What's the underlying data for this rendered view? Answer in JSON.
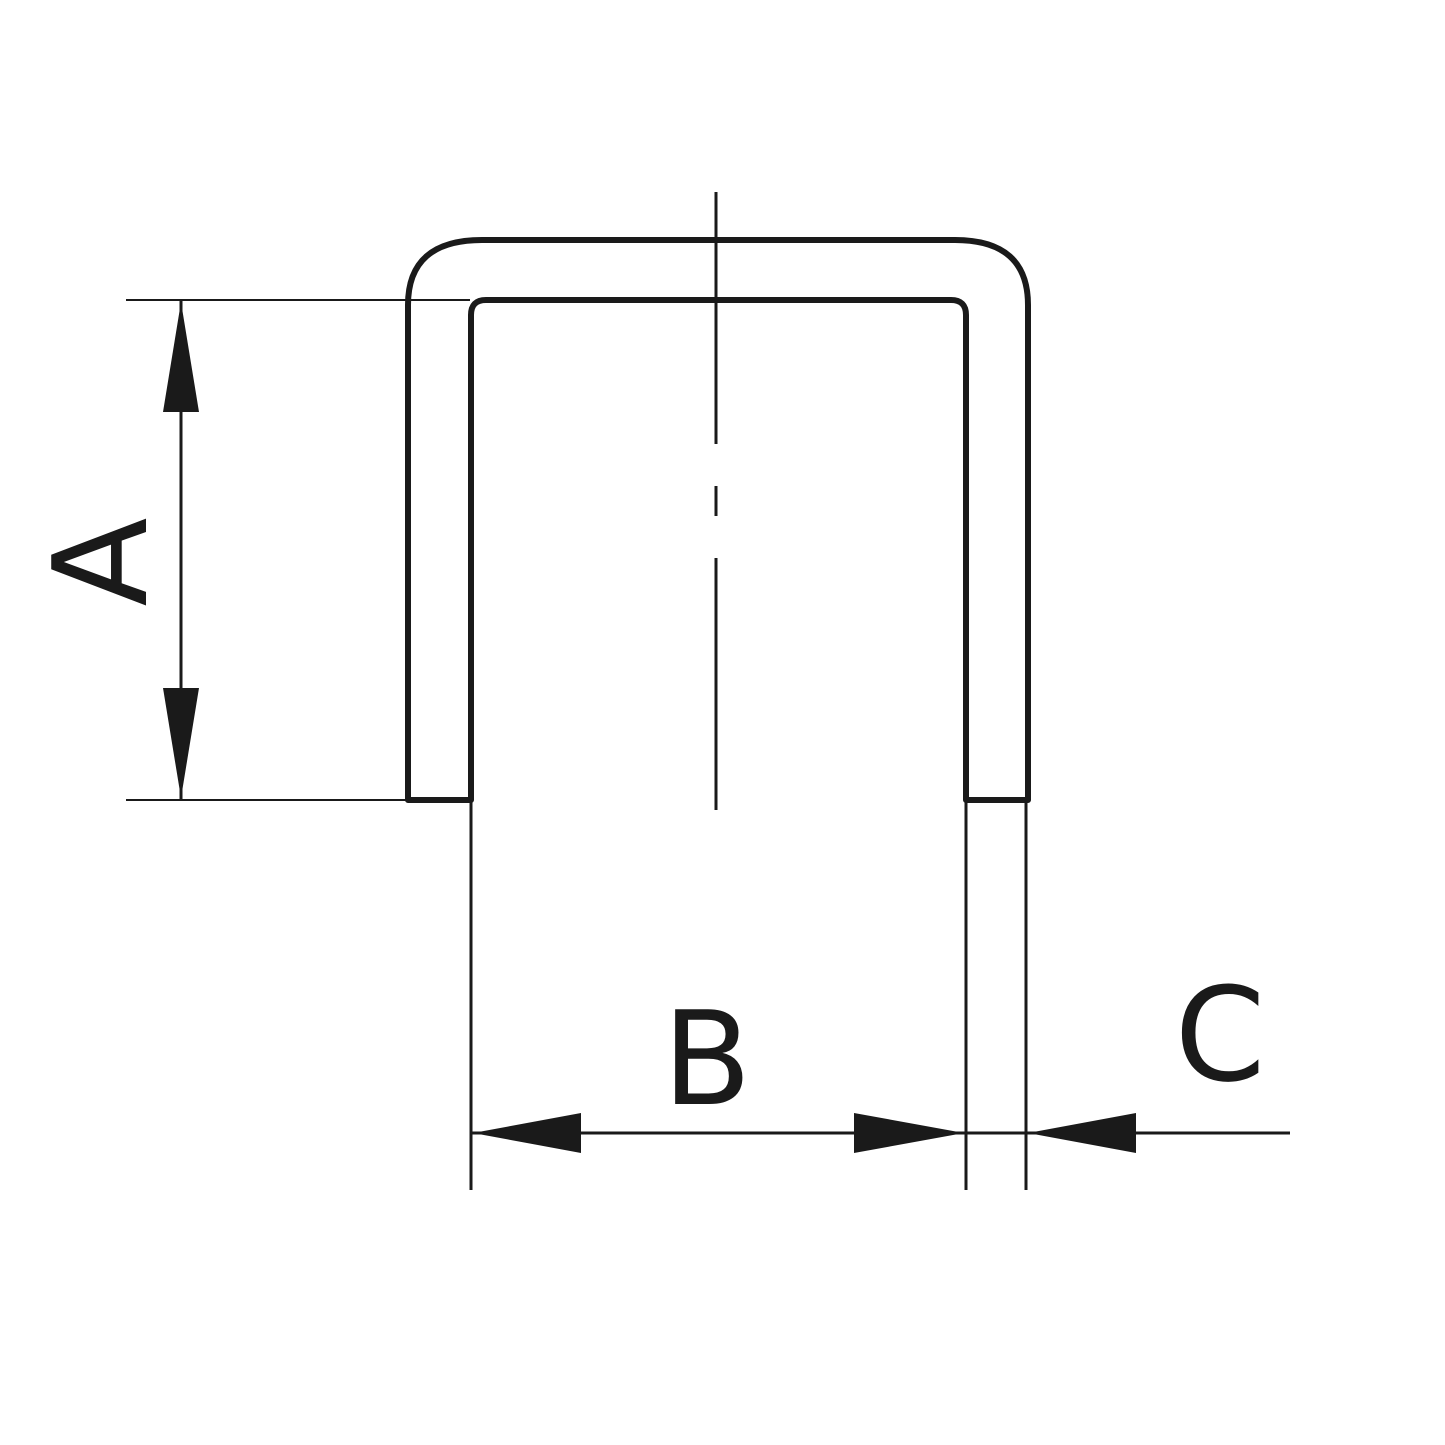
{
  "diagram": {
    "labels": {
      "a": "A",
      "b": "B",
      "c": "C"
    },
    "colors": {
      "stroke": "#1a1a1a",
      "background": "#ffffff"
    }
  }
}
